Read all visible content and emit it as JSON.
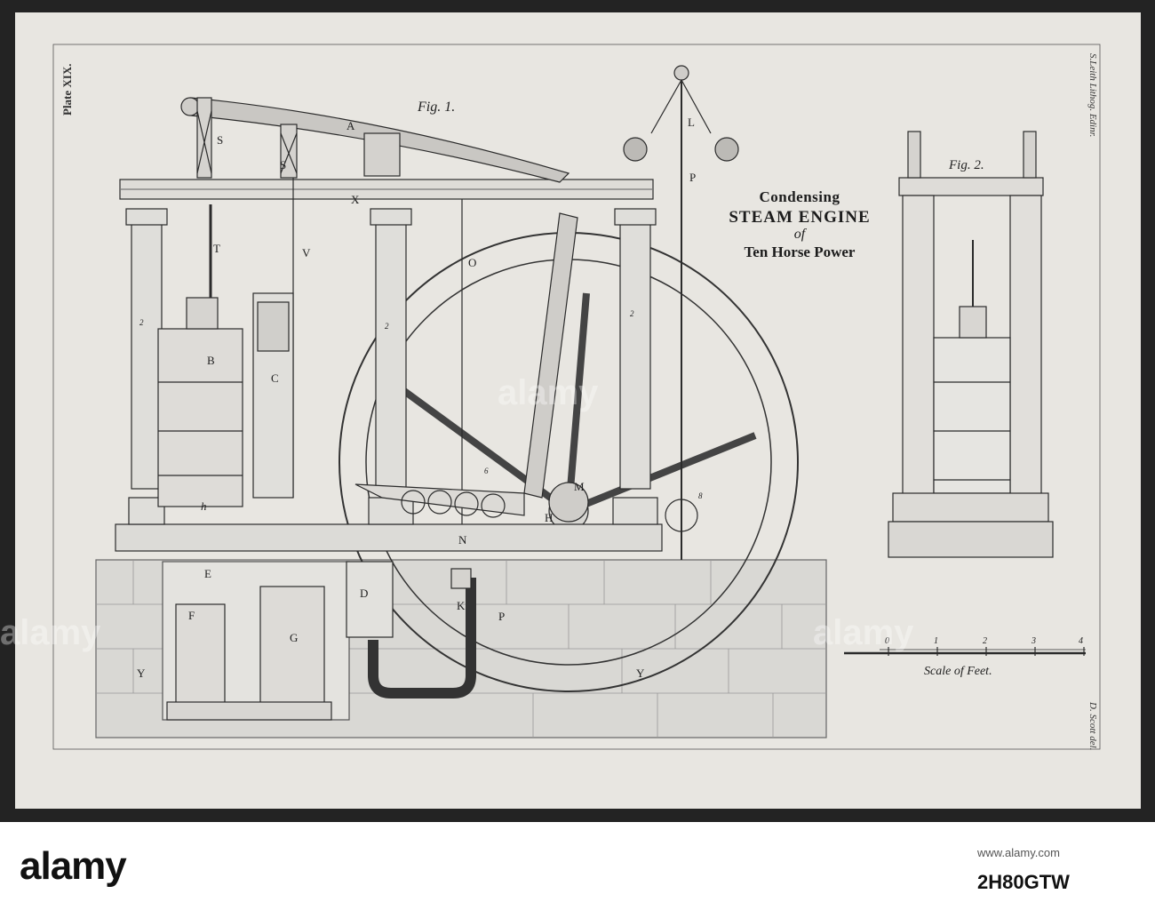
{
  "plate": {
    "plate_number": "Plate XIX.",
    "lithographer": "S.Leith Lithog. Edinr.",
    "draughtsman": "D. Scott del."
  },
  "title": {
    "line1": "Condensing",
    "line2": "STEAM ENGINE",
    "line3": "of",
    "line4": "Ten Horse Power"
  },
  "figures": {
    "fig1": "Fig. 1.",
    "fig2": "Fig. 2."
  },
  "scale": {
    "caption": "Scale of Feet.",
    "ticks": [
      "0",
      "1",
      "2",
      "3",
      "4"
    ]
  },
  "part_labels": {
    "A": "A",
    "S1": "S",
    "S2": "S",
    "X": "X",
    "T": "T",
    "V": "V",
    "O": "O",
    "B": "B",
    "C": "C",
    "L": "L",
    "P_top": "P",
    "h": "h",
    "H": "H",
    "M": "M",
    "N": "N",
    "E": "E",
    "F": "F",
    "G": "G",
    "D": "D",
    "K": "K",
    "P_low": "P",
    "Y1": "Y",
    "Y2": "Y"
  },
  "numerals": {
    "n2a": "2",
    "n2b": "2",
    "n2c": "2",
    "n6": "6",
    "n8": "8"
  },
  "footer": {
    "logo": "alamy",
    "image_id": "2H80GTW",
    "meta": "www.alamy.com"
  },
  "watermark": "alamy"
}
